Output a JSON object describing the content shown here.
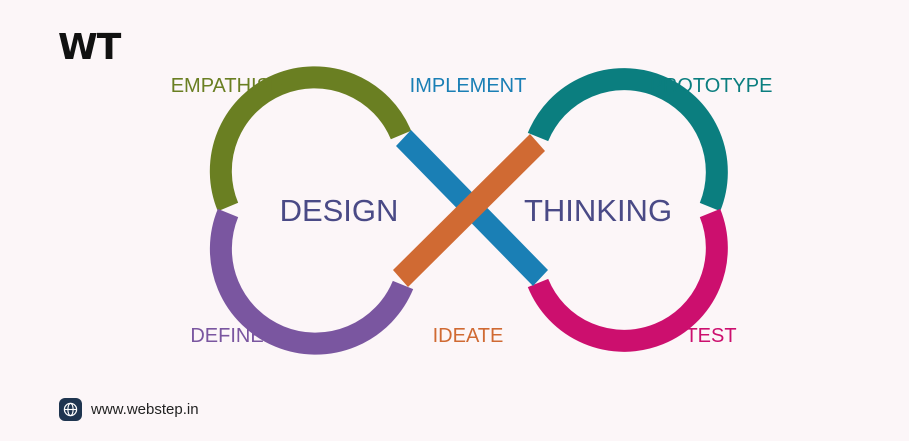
{
  "brand": {
    "logo_text": "WT",
    "website": "www.webstep.in"
  },
  "diagram": {
    "center_left": "DESIGN",
    "center_right": "THINKING",
    "stages": [
      {
        "key": "empathise",
        "label": "EMPATHISE",
        "color": "#6a7f22"
      },
      {
        "key": "implement",
        "label": "IMPLEMENT",
        "color": "#1a7fb5"
      },
      {
        "key": "prototype",
        "label": "PROTOTYPE",
        "color": "#0b7e7f"
      },
      {
        "key": "define",
        "label": "DEFINE",
        "color": "#7a56a0"
      },
      {
        "key": "ideate",
        "label": "IDEATE",
        "color": "#d06a33"
      },
      {
        "key": "test",
        "label": "TEST",
        "color": "#cc0f6e"
      }
    ]
  },
  "icons": {
    "website": "globe-icon"
  }
}
